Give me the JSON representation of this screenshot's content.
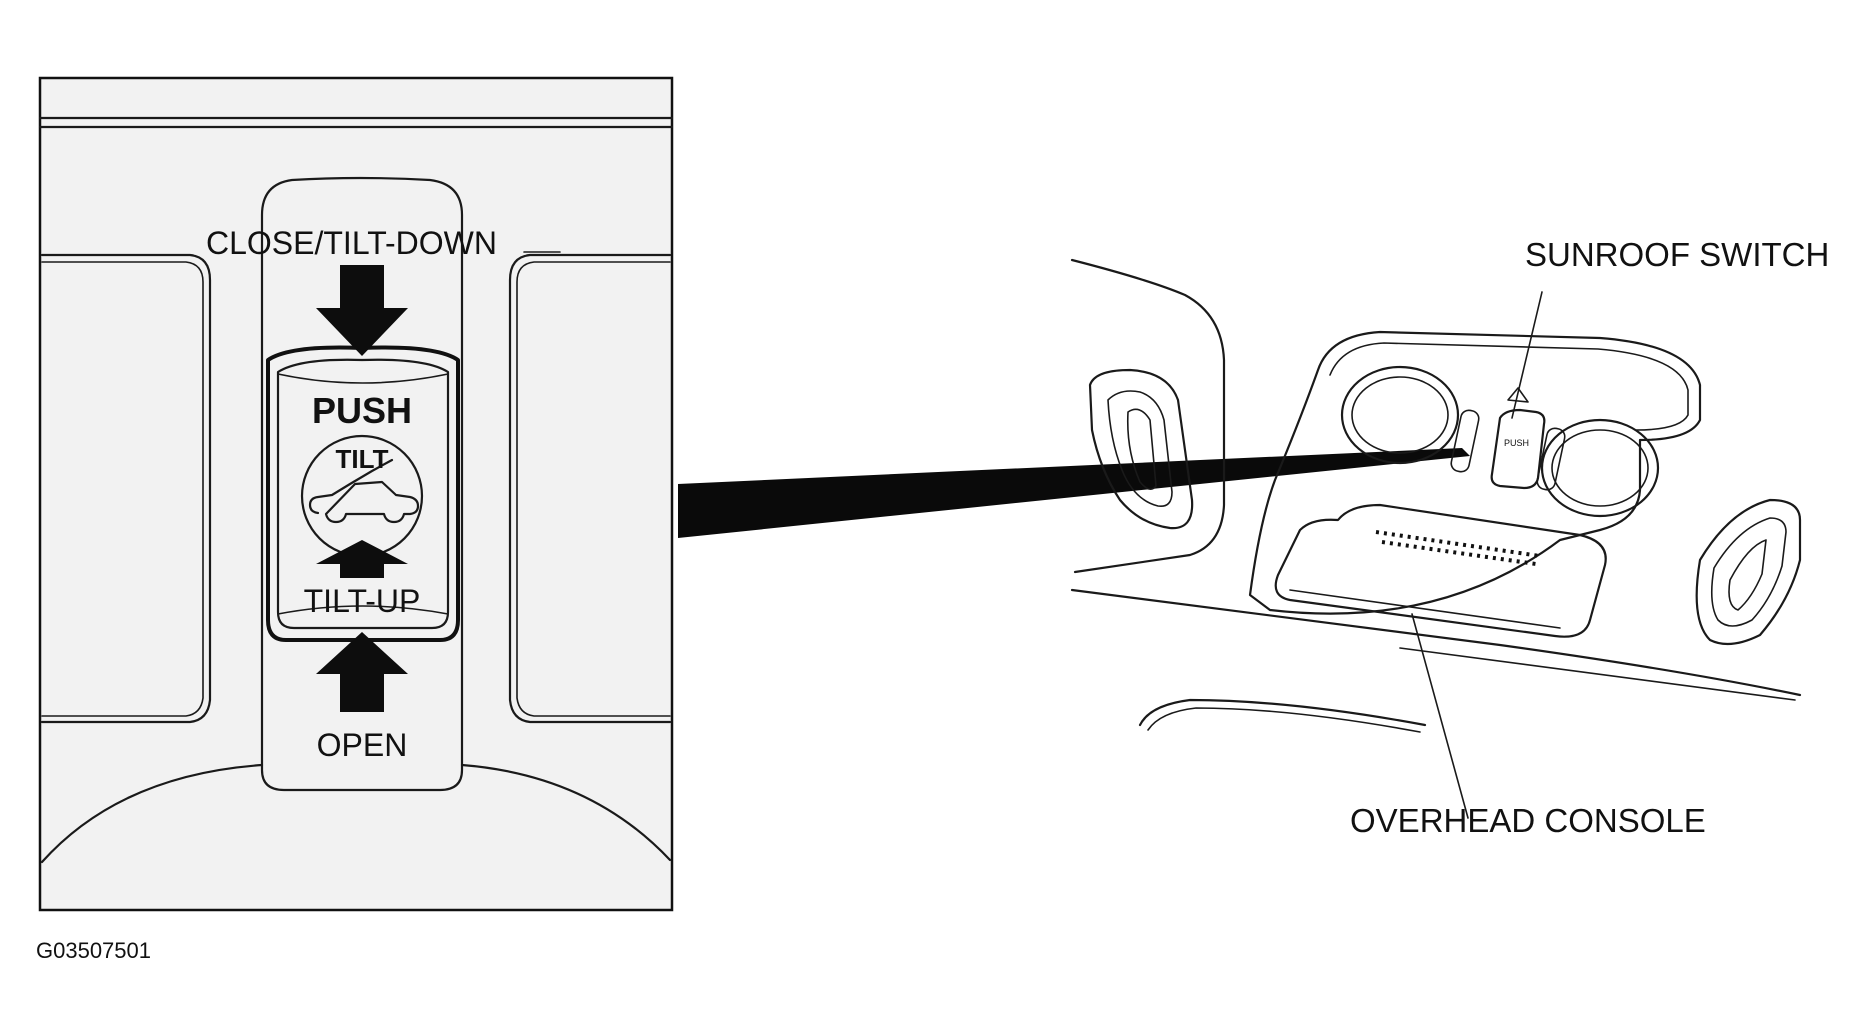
{
  "figure_code": "G03507501",
  "detail_labels": {
    "close_tilt_down": "CLOSE/TILT-DOWN",
    "push": "PUSH",
    "tilt": "TILT",
    "tilt_up": "TILT-UP",
    "open": "OPEN"
  },
  "callouts": {
    "sunroof_switch": "SUNROOF SWITCH",
    "overhead_console": "OVERHEAD CONSOLE"
  }
}
